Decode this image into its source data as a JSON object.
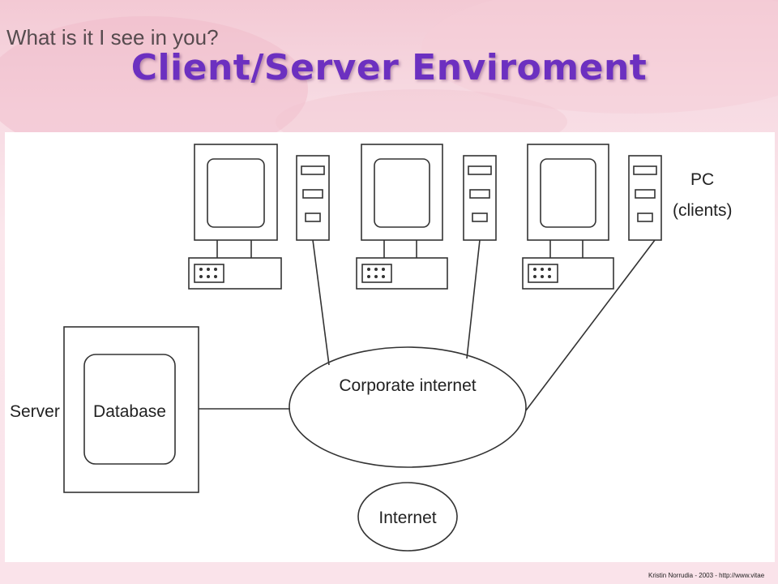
{
  "slide": {
    "title": "Client/Server Enviroment"
  },
  "diagram": {
    "pc_label_line1": "PC",
    "pc_label_line2": "(clients)",
    "server_label": "Server",
    "database_label": "Database",
    "corporate_network_label": "Corporate internet",
    "internet_label": "Internet"
  },
  "background": {
    "watermark_text": "What is it I see in you?",
    "footer_credit": "Kristin Norrudia - 2003 - http://www.vitae"
  },
  "colors": {
    "title": "#6c30c0",
    "background_pink": "#f7dbe3",
    "line": "#333333"
  }
}
